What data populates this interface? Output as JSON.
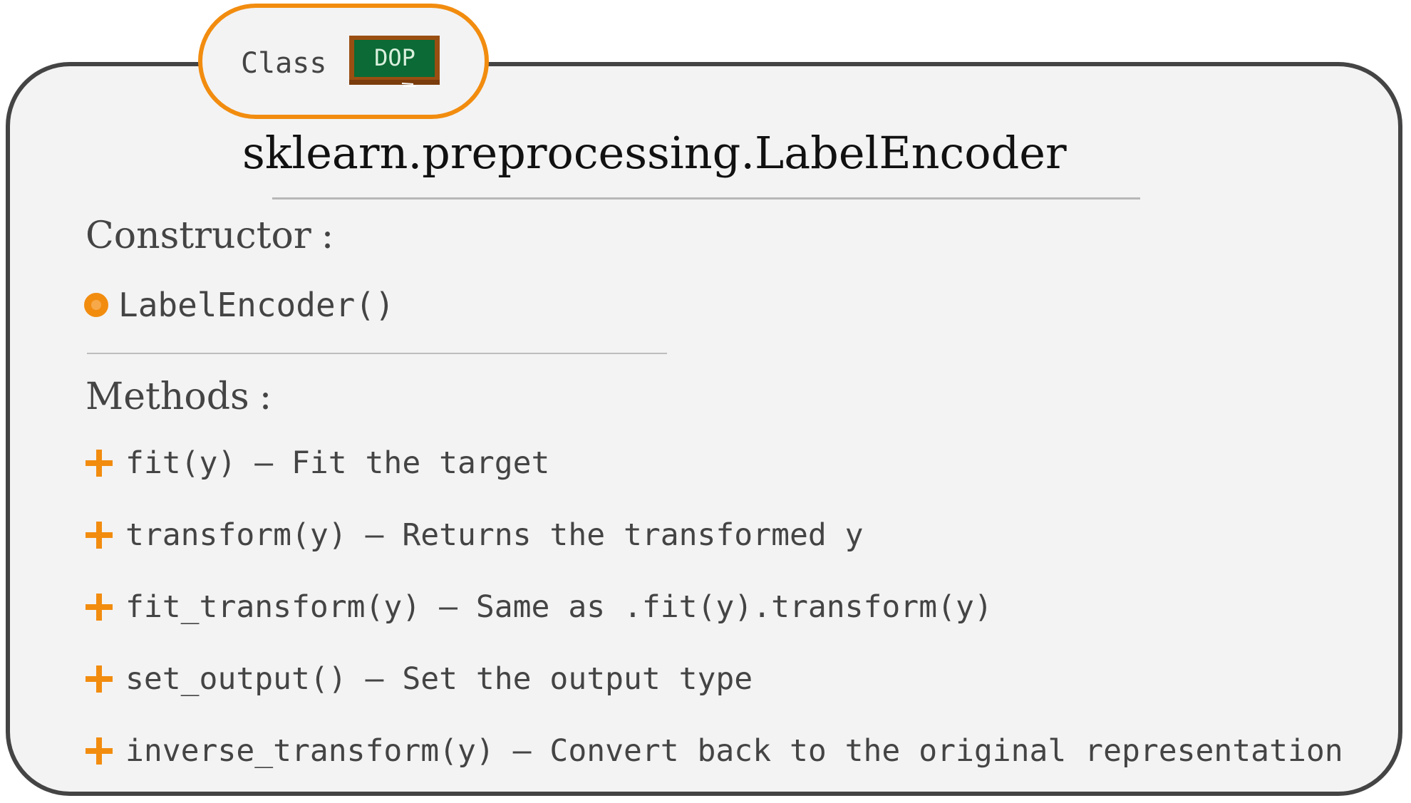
{
  "header": {
    "tab_label": "Class",
    "badge_text": "DOP"
  },
  "class_name": "sklearn.preprocessing.LabelEncoder",
  "constructor": {
    "heading": "Constructor",
    "separator": ":",
    "signature": "LabelEncoder()"
  },
  "methods": {
    "heading": "Methods",
    "separator": ":",
    "items": [
      {
        "text": "fit(y) – Fit the target"
      },
      {
        "text": "transform(y) – Returns the transformed y"
      },
      {
        "text": "fit_transform(y) – Same as .fit(y).transform(y)"
      },
      {
        "text": "set_output() – Set the output type"
      },
      {
        "text": "inverse_transform(y) – Convert back to the original representation"
      }
    ]
  },
  "colors": {
    "accent": "#f28c0f",
    "border": "#444444",
    "panel": "#f3f3f3",
    "chalkboard": "#0b6a35",
    "board_frame": "#9a4f12"
  },
  "icons": {
    "constructor_bullet": "orange-dot-icon",
    "method_bullet": "plus-icon",
    "badge": "chalkboard-icon"
  }
}
